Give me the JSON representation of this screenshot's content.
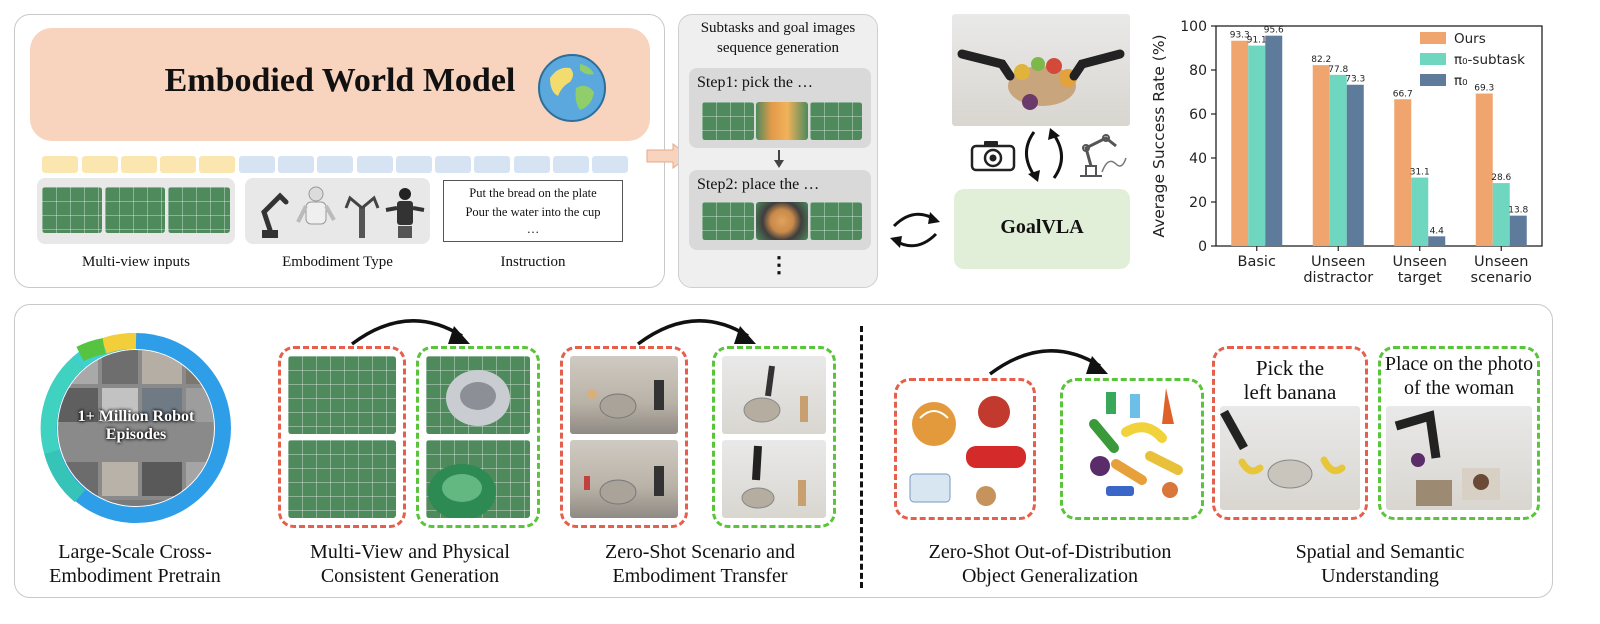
{
  "top": {
    "world_model_title": "Embodied World Model",
    "inputs": {
      "multi_view_label": "Multi-view inputs",
      "embodiment_label": "Embodiment Type",
      "instruction_label": "Instruction",
      "instruction_lines": [
        "Put the bread on the plate",
        "Pour the water into the cup",
        "…"
      ]
    },
    "sequence": {
      "title_line1": "Subtasks and goal images",
      "title_line2": "sequence generation",
      "step1": "Step1: pick the …",
      "step2": "Step2: place the …",
      "more": "⋮"
    },
    "goalvla": "GoalVLA",
    "colors": {
      "world_model_bg": "#f8d3bd",
      "goalvla_bg": "#e2efd8",
      "token_yellow": "#fbe6b0",
      "token_blue": "#d6e3f2"
    }
  },
  "chart_data": {
    "type": "bar",
    "title": "",
    "ylabel": "Average Success Rate (%)",
    "xlabel": "",
    "ylim": [
      0,
      100
    ],
    "yticks": [
      0,
      20,
      40,
      60,
      80,
      100
    ],
    "categories": [
      [
        "Basic"
      ],
      [
        "Unseen",
        "distractor"
      ],
      [
        "Unseen",
        "target"
      ],
      [
        "Unseen",
        "scenario"
      ]
    ],
    "series": [
      {
        "name": "Ours",
        "color": "#f0a46e",
        "values": [
          93.3,
          82.2,
          66.7,
          69.3
        ]
      },
      {
        "name": "π₀-subtask",
        "color": "#6fd6bf",
        "values": [
          91.1,
          77.8,
          31.1,
          28.6
        ]
      },
      {
        "name": "π₀",
        "color": "#5e7b9c",
        "values": [
          95.6,
          73.3,
          4.4,
          13.8
        ]
      }
    ],
    "legend": "top-right",
    "grid": false
  },
  "bottom": {
    "pretrain_label": "1+ Million Robot Episodes",
    "captions": [
      {
        "line1": "Large-Scale Cross-",
        "line2": "Embodiment Pretrain"
      },
      {
        "line1": "Multi-View and Physical",
        "line2": "Consistent Generation"
      },
      {
        "line1": "Zero-Shot Scenario and",
        "line2": "Embodiment Transfer"
      },
      {
        "line1": "Zero-Shot Out-of-Distribution",
        "line2": "Object Generalization"
      },
      {
        "line1": "Spatial and Semantic",
        "line2": "Understanding"
      }
    ],
    "spatial_prompt_1": {
      "line1": "Pick the",
      "line2": "left banana"
    },
    "spatial_prompt_2": {
      "line1": "Place on the photo",
      "line2": "of the woman"
    }
  }
}
